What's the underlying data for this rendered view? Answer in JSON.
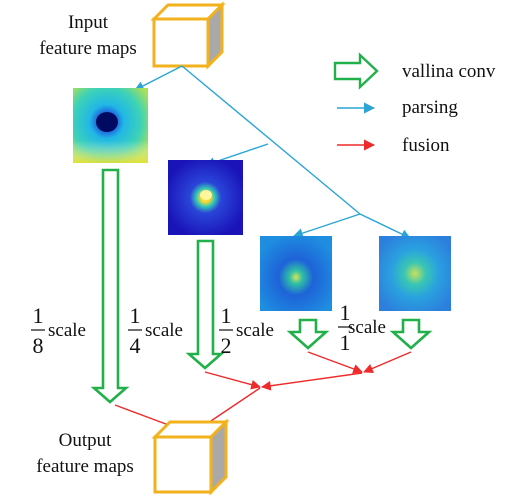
{
  "input_label": [
    "Input",
    "feature maps"
  ],
  "output_label": [
    "Output",
    "feature maps"
  ],
  "legend": {
    "vanilla": "vallina conv",
    "parsing": "parsing",
    "fusion": "fusion"
  },
  "scales": [
    {
      "num": "1",
      "den": "8",
      "word": "scale"
    },
    {
      "num": "1",
      "den": "4",
      "word": "scale"
    },
    {
      "num": "1",
      "den": "2",
      "word": "scale"
    },
    {
      "num": "1",
      "den": "1",
      "word": "scale"
    }
  ],
  "colors": {
    "cube_face": "#ffffff",
    "cube_edge": "#f2b21c",
    "cube_side": "#a9a9a9",
    "vanilla_arrow": "#22b04a",
    "parsing_arrow": "#2aa5d6",
    "fusion_arrow": "#ee2a2a"
  }
}
